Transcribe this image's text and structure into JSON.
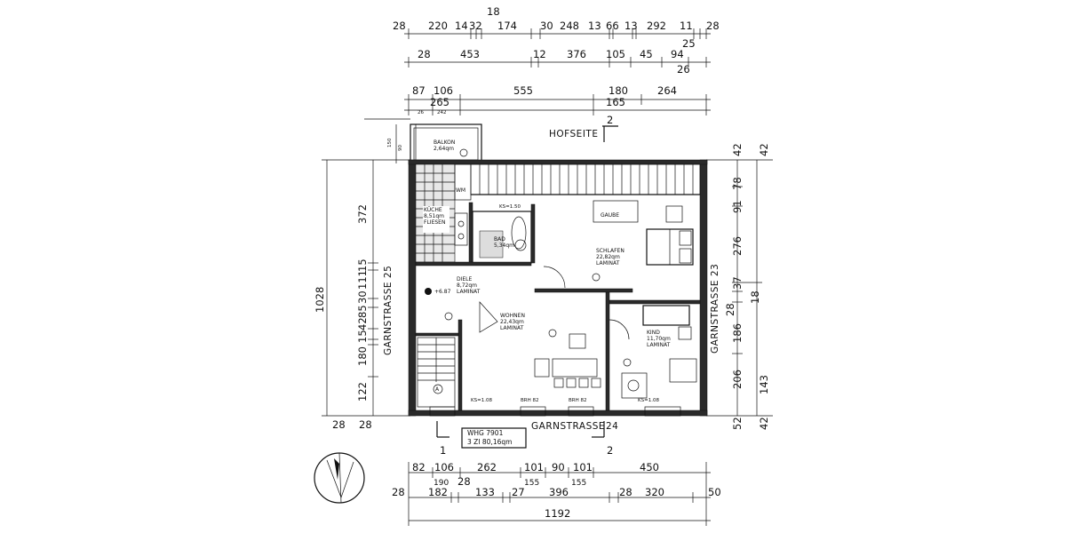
{
  "dims": {
    "top_row1": [
      "28",
      "220",
      "14",
      "32",
      "174",
      "30",
      "248",
      "13",
      "66",
      "13",
      "292",
      "11",
      "28"
    ],
    "top_row1_extra": "18",
    "top_row2": [
      "28",
      "453",
      "12",
      "376",
      "105",
      "45",
      "94"
    ],
    "top_row2_extra": [
      "25",
      "26"
    ],
    "top_row3": [
      "87",
      "106",
      "555",
      "180",
      "264"
    ],
    "top_row4": [
      "265",
      "165"
    ],
    "balcony_small": [
      "26",
      "242",
      "150",
      "90"
    ],
    "left_outer": "1028",
    "left_inner": [
      "372",
      "15",
      "111",
      "30",
      "85",
      "42",
      "15",
      "180",
      "122"
    ],
    "left_bottom": [
      "28",
      "28"
    ],
    "right_outer": [
      "42",
      "78",
      "91",
      "276",
      "37",
      "28",
      "186",
      "206",
      "52"
    ],
    "right_inner": [
      "42",
      "18",
      "143",
      "42"
    ],
    "bottom_row1": [
      "82",
      "106",
      "262",
      "101",
      "90",
      "101",
      "450"
    ],
    "bottom_row2": [
      "190",
      "28",
      "155",
      "155"
    ],
    "bottom_row3": [
      "28",
      "182",
      "133",
      "27",
      "396",
      "28",
      "320",
      "50"
    ],
    "bottom_total": "1192"
  },
  "labels": {
    "hofseite": "HOFSEITE",
    "garnstrasse_bottom": "GARNSTRASSE",
    "garnstrasse_bottom_num": "24",
    "garnstrasse_left": "GARNSTRASSE 25",
    "garnstrasse_right": "GARNSTRASSE 23",
    "gaube": "GAUBE",
    "wm": "WM",
    "ks150": "KS=1.50",
    "ks108_left": "KS=1.08",
    "ks108_right": "KS=1.08",
    "brh1": "BRH 82",
    "brh2": "BRH 82",
    "level": "+6.87",
    "section_top": "2",
    "section_left": "1",
    "section_bottom": "2",
    "axis_label": "A"
  },
  "rooms": {
    "balkon": [
      "BALKON",
      "2,64qm"
    ],
    "kueche": [
      "KÜCHE",
      "8,51qm",
      "FLIESEN"
    ],
    "bad": [
      "BAD",
      "5,34qm"
    ],
    "diele": [
      "DIELE",
      "8,72qm",
      "LAMINAT"
    ],
    "wohnen": [
      "WOHNEN",
      "22,43qm",
      "LAMINAT"
    ],
    "schlafen": [
      "SCHLAFEN",
      "22,82qm",
      "LAMINAT"
    ],
    "kind": [
      "KIND",
      "11,70qm",
      "LAMINAT"
    ]
  },
  "unit": {
    "line1": "WHG 7901",
    "line2": "3 ZI 80,16qm"
  }
}
